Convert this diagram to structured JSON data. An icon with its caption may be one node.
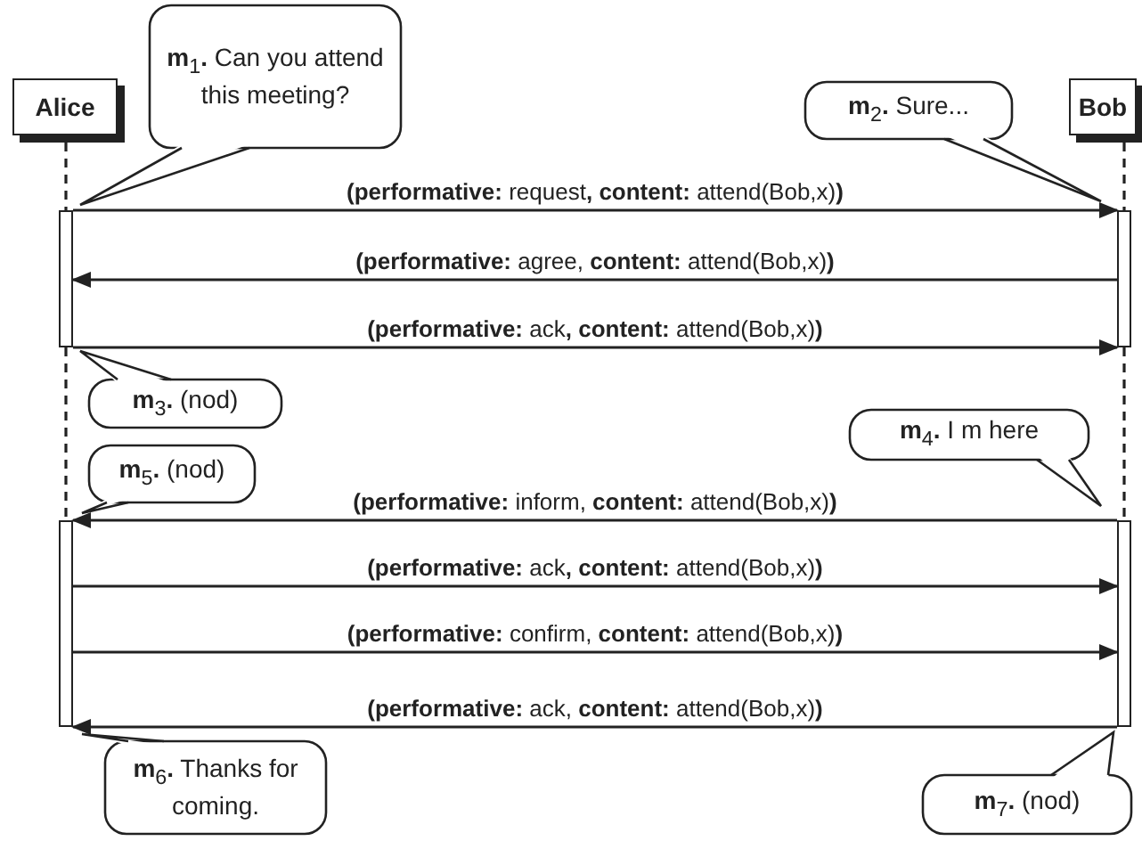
{
  "diagram": {
    "nodes": [
      {
        "text": [
          "Alice"
        ]
      },
      {
        "text": [
          "**m**$_{1}$**.** Can you attend this meeting?"
        ]
      },
      {
        "text": [
          "**m**$_{2}$**.** Sure..."
        ]
      },
      {
        "text": [
          "Bob"
        ]
      },
      {
        "text": [],
        "shape": "bar"
      },
      {
        "text": [],
        "shape": "bar"
      },
      {
        "text": [
          "**m**$_{3}$**.** (nod)"
        ]
      },
      {
        "text": [
          "**m**$_{4}$**.** I m here"
        ]
      },
      {
        "text": [
          "**m**$_{5}$**.** (nod)"
        ]
      },
      {
        "text": [],
        "shape": "bar"
      },
      {
        "text": [],
        "shape": "bar"
      },
      {
        "text": [
          "**m**$_{6}$**.** Thanks for coming."
        ]
      },
      {
        "text": [
          "**m**$_{7}$**.** (nod)"
        ]
      }
    ],
    "edges": [
      {
        "from": 0,
        "to": 4,
        "arrow": "none",
        "style": "dashed"
      },
      {
        "from": 3,
        "to": 5,
        "arrow": "none",
        "style": "dashed"
      },
      {
        "from": 4,
        "to": 5,
        "arrow": "to",
        "label": "**(performative:** request**,** **content:** attend(Bob,x)**)**"
      },
      {
        "from": 5,
        "to": 4,
        "arrow": "to",
        "label": "**(performative:** agree, **content:** attend(Bob,x)**)**"
      },
      {
        "from": 4,
        "to": 5,
        "arrow": "to",
        "label": "**(performative:** ack**,** **content:** attend(Bob,x)**)**"
      },
      {
        "from": 4,
        "to": 9,
        "arrow": "none",
        "style": "dashed"
      },
      {
        "from": 5,
        "to": 10,
        "arrow": "none",
        "style": "dashed"
      },
      {
        "from": 10,
        "to": 9,
        "arrow": "to",
        "label": "**(performative:** inform, **content:** attend(Bob,x)**)**"
      },
      {
        "from": 9,
        "to": 10,
        "arrow": "to",
        "label": "**(performative:** ack**,** **content:** attend(Bob,x)**)**"
      },
      {
        "from": 9,
        "to": 10,
        "arrow": "to",
        "label": "**(performative:** confirm, **content:** attend(Bob,x)**)**"
      },
      {
        "from": 10,
        "to": 9,
        "arrow": "to",
        "label": "**(performative:** ack, **content:** attend(Bob,x)**)**"
      }
    ]
  }
}
